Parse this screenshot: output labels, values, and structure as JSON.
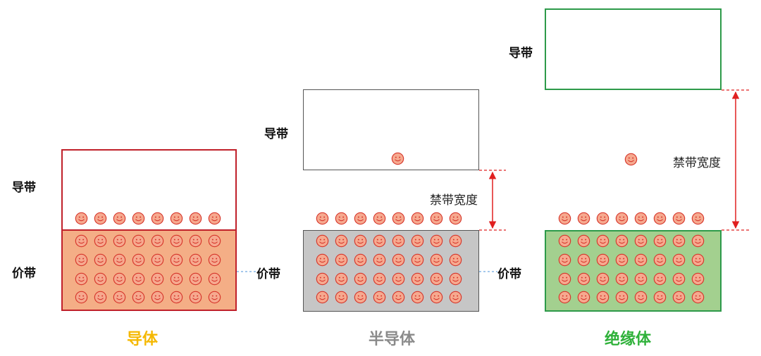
{
  "labels": {
    "conduction_band": "导带",
    "valence_band": "价带",
    "band_gap": "禁带宽度"
  },
  "materials": [
    {
      "name": "导体",
      "color": "#f5b800",
      "valence_fill": "#f4ae86",
      "border": "#c0202a"
    },
    {
      "name": "半导体",
      "color": "#8a8a8a",
      "valence_fill": "#c6c6c6",
      "border": "#555555"
    },
    {
      "name": "绝缘体",
      "color": "#2fb13a",
      "valence_fill": "#a3d08f",
      "border": "#2d9a4a"
    }
  ],
  "icons": {
    "electron": "smiley-face-icon"
  },
  "colors": {
    "electron_fill": "#f6a98f",
    "electron_stroke": "#d6352a",
    "gap_arrow": "#e02020",
    "level_line": "#4a90d9"
  }
}
